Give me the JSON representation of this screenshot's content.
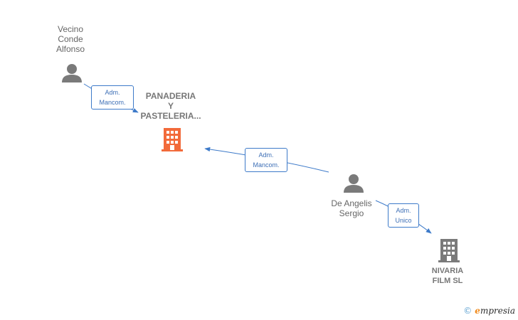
{
  "nodes": {
    "vecino": {
      "label": "Vecino\nConde\nAlfonso",
      "type": "person"
    },
    "panaderia": {
      "label": "PANADERIA\nY\nPASTELERIA...",
      "type": "company",
      "color": "#f26a3a"
    },
    "deangelis": {
      "label": "De Angelis\nSergio",
      "type": "person"
    },
    "nivaria": {
      "label": "NIVARIA\nFILM  SL",
      "type": "company",
      "color": "#7a7a7a"
    }
  },
  "edges": {
    "e1": {
      "label": "Adm.\nMancom."
    },
    "e2": {
      "label": "Adm.\nMancom."
    },
    "e3": {
      "label": "Adm.\nUnico"
    }
  },
  "colors": {
    "edge": "#3d7ac9",
    "person": "#7a7a7a",
    "text": "#666666"
  },
  "brand": {
    "copyright": "©",
    "name_first": "e",
    "name_rest": "mpresia"
  }
}
